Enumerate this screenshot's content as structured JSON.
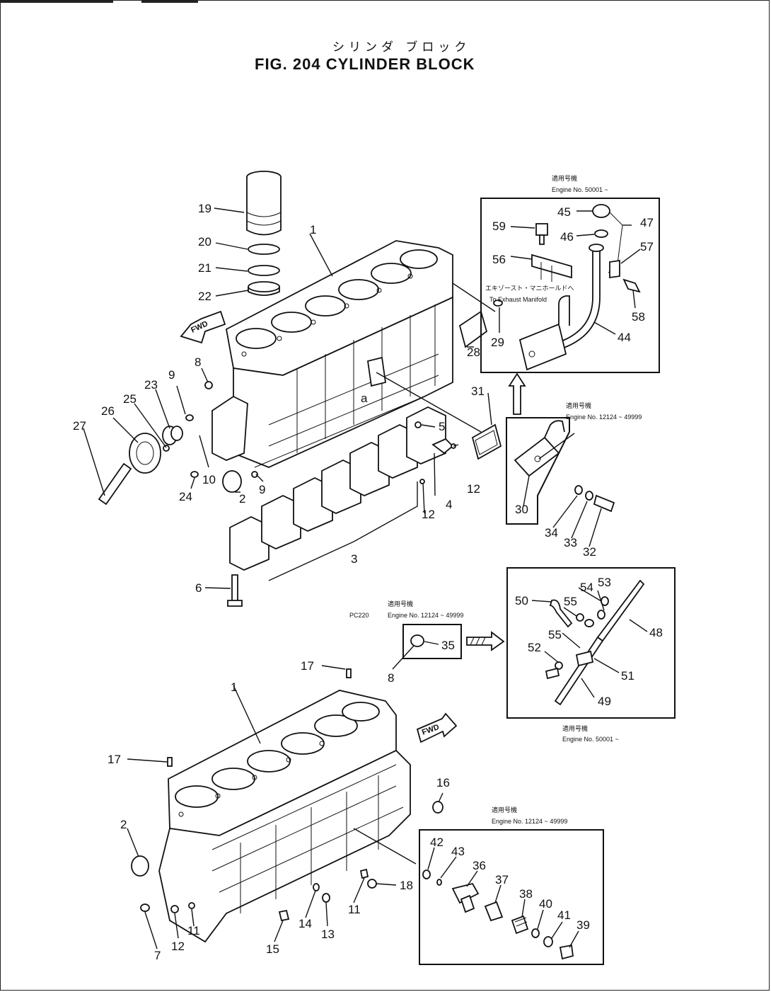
{
  "title_jp": "シリンダ ブロック",
  "title": "FIG. 204  CYLINDER BLOCK",
  "fwd_label": "FWD",
  "ref_a": "a",
  "notes": {
    "exhaust_jp": "エキゾースト・マニホールドへ",
    "exhaust_en": "To Exhaust Manifold",
    "box_top_jp": "適用号機",
    "box_top_en": "Engine No. 50001 ~",
    "box_mid_jp": "適用号機",
    "box_mid_en": "Engine No. 12124 ~ 49999",
    "box_small_jp": "適用号機",
    "box_small_prefix": "PC220",
    "box_small_en": "Engine No. 12124 ~ 49999",
    "box_right_jp": "適用号機",
    "box_right_en": "Engine No. 50001 ~",
    "box_bottom_jp": "適用号機",
    "box_bottom_en": "Engine No. 12124 ~ 49999"
  },
  "labels": {
    "l1a": "1",
    "l1b": "1",
    "l2a": "2",
    "l2b": "2",
    "l3": "3",
    "l4": "4",
    "l5": "5",
    "l6": "6",
    "l7": "7",
    "l8": "8",
    "l9a": "9",
    "l9b": "9",
    "l10": "10",
    "l11a": "11",
    "l11b": "11",
    "l12a": "12",
    "l12b": "12",
    "l12c": "12",
    "l13": "13",
    "l14": "14",
    "l15": "15",
    "l16": "16",
    "l17a": "17",
    "l17b": "17",
    "l18": "18",
    "l19": "19",
    "l20": "20",
    "l21": "21",
    "l22": "22",
    "l23": "23",
    "l24": "24",
    "l25": "25",
    "l26": "26",
    "l27": "27",
    "l28": "28",
    "l29": "29",
    "l30": "30",
    "l31": "31",
    "l32": "32",
    "l33": "33",
    "l34": "34",
    "l35": "35",
    "l36": "36",
    "l37": "37",
    "l38": "38",
    "l39": "39",
    "l40": "40",
    "l41": "41",
    "l42": "42",
    "l43": "43",
    "l44": "44",
    "l45": "45",
    "l46": "46",
    "l47": "47",
    "l48": "48",
    "l49": "49",
    "l50": "50",
    "l51": "51",
    "l52": "52",
    "l53": "53",
    "l54": "54",
    "l55a": "55",
    "l55b": "55",
    "l56": "56",
    "l57": "57",
    "l58": "58",
    "l59": "59",
    "la": "a"
  }
}
